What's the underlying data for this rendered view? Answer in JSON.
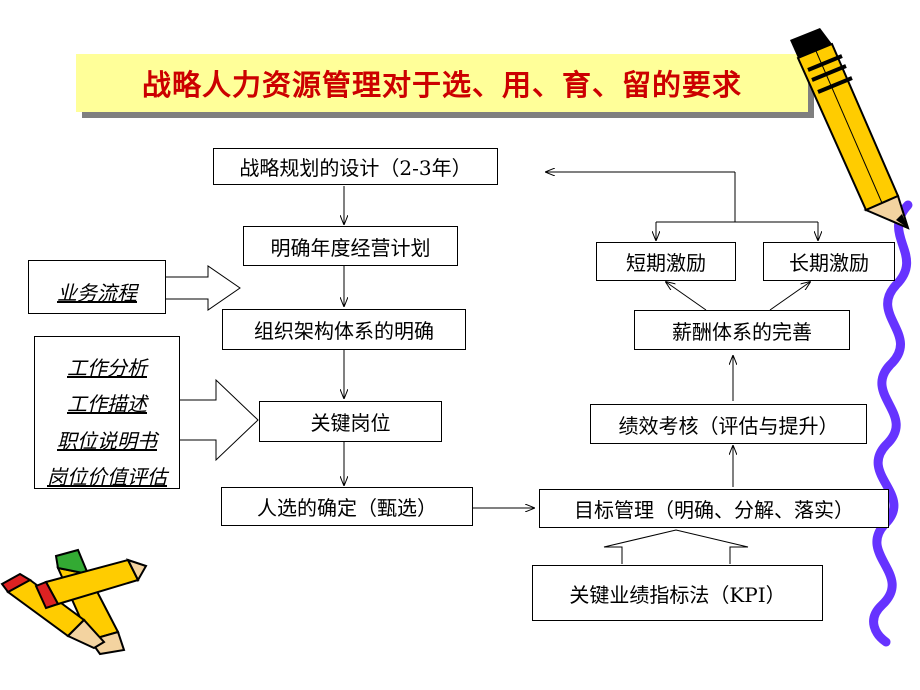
{
  "title": "战略人力资源管理对于选、用、育、留的要求",
  "left_flow": [
    "战略规划的设计（2-3年）",
    "明确年度经营计划",
    "组织架构体系的明确",
    "关键岗位",
    "人选的确定（甄选）"
  ],
  "right_flow": {
    "objective": "目标管理（明确、分解、落实）",
    "performance": "绩效考核（评估与提升）",
    "compensation": "薪酬体系的完善",
    "short_term": "短期激励",
    "long_term": "长期激励",
    "kpi": "关键业绩指标法（KPI）"
  },
  "inputs": {
    "business_process": "业务流程",
    "job_items": [
      "工作分析",
      "工作描述",
      "职位说明书",
      "岗位价值评估"
    ]
  },
  "colors": {
    "title_bg": "#ffff99",
    "title_text": "#cc0000",
    "squiggle": "#6633ff"
  },
  "decorations": [
    "pencil-icon",
    "pencils-icon"
  ]
}
